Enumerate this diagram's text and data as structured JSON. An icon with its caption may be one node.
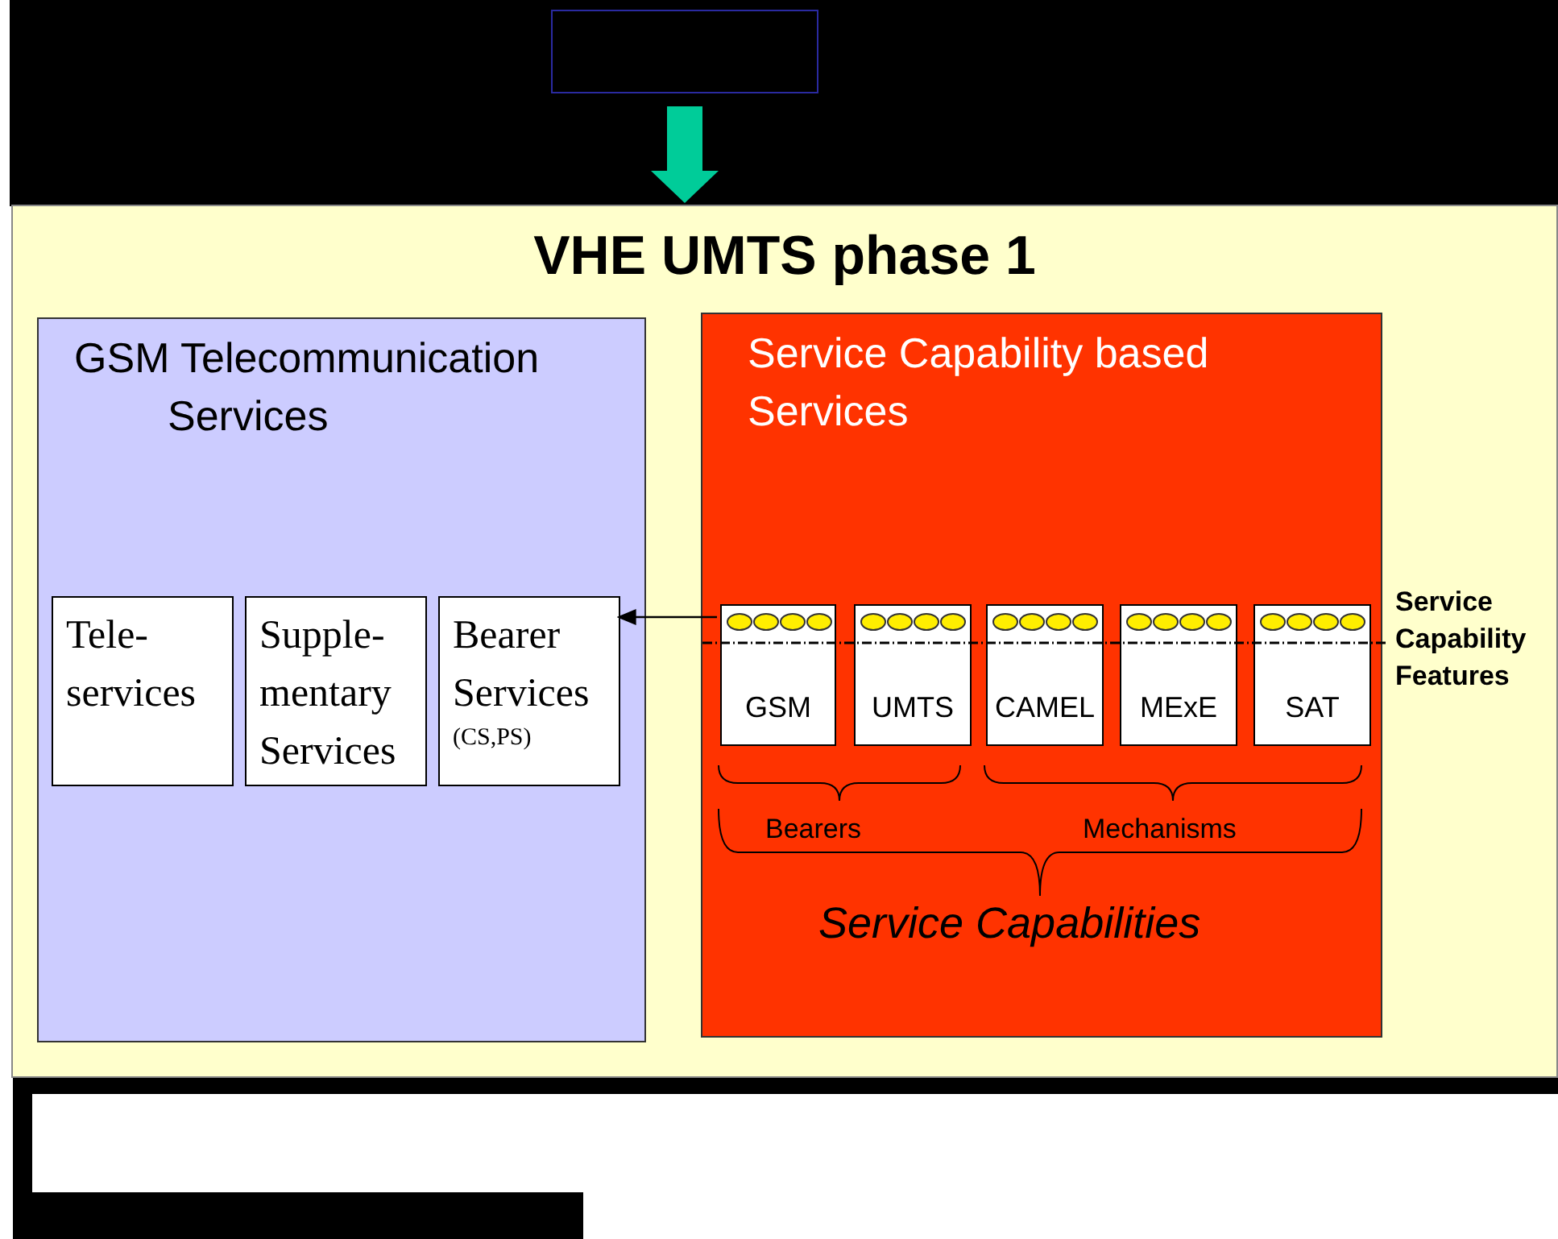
{
  "diagram": {
    "nodes": [
      {
        "text": [],
        "shape": "box"
      },
      {
        "text": [
          "VHE UMTS phase 1"
        ]
      },
      {
        "text": [
          "GSM Telecommunication Services"
        ],
        "in": 1
      },
      {
        "text": [
          "Tele- services"
        ],
        "in": 2
      },
      {
        "text": [
          "Supple- mentary Services"
        ],
        "in": 2
      },
      {
        "text": [
          "Bearer Services",
          "(CS,PS)"
        ],
        "in": 2
      },
      {
        "text": [
          "Service Capability based Services"
        ],
        "in": 1
      },
      {
        "text": [
          "GSM"
        ],
        "in": 6
      },
      {
        "text": [
          "UMTS"
        ],
        "in": 6
      },
      {
        "text": [
          "CAMEL"
        ],
        "in": 6
      },
      {
        "text": [
          "MExE"
        ],
        "in": 6
      },
      {
        "text": [
          "SAT"
        ],
        "in": 6
      }
    ],
    "edges": [
      {
        "from": 0,
        "to": 1,
        "arrow": "to",
        "style": "thick",
        "color": "#00cc99"
      },
      {
        "from": 7,
        "to": 5,
        "arrow": "to",
        "color": "#000000"
      }
    ],
    "labels": [
      "Service Capability Features",
      "Bearers",
      "Mechanisms",
      "Service Capabilities"
    ]
  }
}
